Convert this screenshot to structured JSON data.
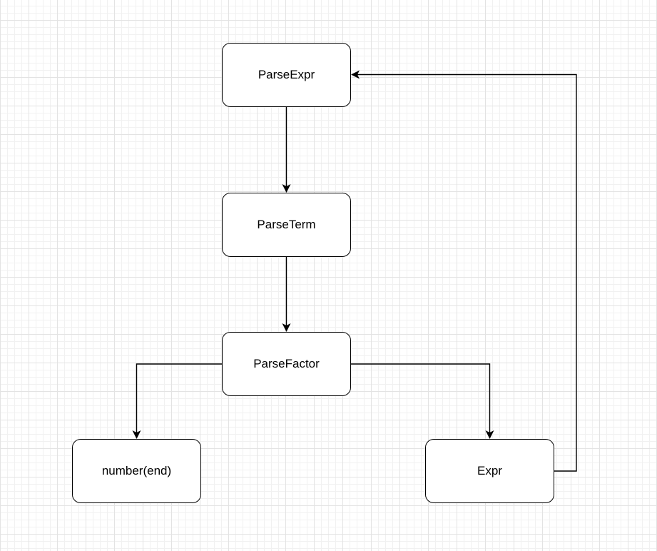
{
  "diagram": {
    "type": "flowchart",
    "grid": true,
    "colors": {
      "stroke": "#000000",
      "node_fill": "#ffffff",
      "grid_line": "#e3e3e3"
    },
    "nodes": {
      "parse_expr": {
        "label": "ParseExpr"
      },
      "parse_term": {
        "label": "ParseTerm"
      },
      "parse_factor": {
        "label": "ParseFactor"
      },
      "number_end": {
        "label": "number(end)"
      },
      "expr": {
        "label": "Expr"
      }
    },
    "edges": [
      {
        "from": "parse_expr",
        "to": "parse_term"
      },
      {
        "from": "parse_term",
        "to": "parse_factor"
      },
      {
        "from": "parse_factor",
        "to": "number_end"
      },
      {
        "from": "parse_factor",
        "to": "expr"
      },
      {
        "from": "expr",
        "to": "parse_expr"
      }
    ]
  }
}
